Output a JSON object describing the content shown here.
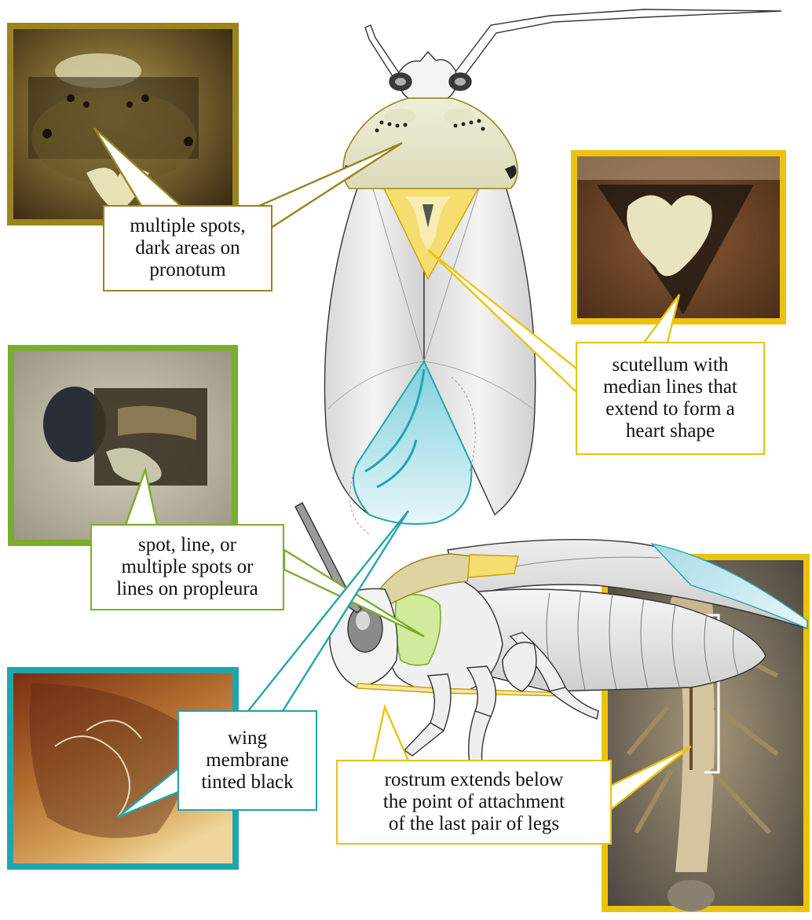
{
  "colors": {
    "pronotum_accent": "#9a8420",
    "scutellum_accent": "#ecc20e",
    "propleura_accent": "#79ad2e",
    "membrane_accent": "#21a5ac",
    "rostrum_accent": "#ecc20e",
    "insect_body": "#f2f2f2",
    "insect_outline": "#333333",
    "background": "#ffffff"
  },
  "callouts": {
    "pronotum": "multiple spots,\ndark areas on\npronotum",
    "scutellum": "scutellum with\nmedian lines that\nextend to form a\nheart shape",
    "propleura": "spot, line, or\nmultiple spots or\nlines on propleura",
    "membrane": "wing\nmembrane\ntinted black",
    "rostrum": "rostrum extends below\nthe point of attachment\nof the last pair of legs"
  },
  "photos": [
    {
      "name": "pronotum-photo",
      "subject": "pronotum close-up"
    },
    {
      "name": "scutellum-photo",
      "subject": "scutellum close-up"
    },
    {
      "name": "propleura-photo",
      "subject": "propleura close-up"
    },
    {
      "name": "membrane-photo",
      "subject": "wing membrane close-up"
    },
    {
      "name": "rostrum-photo",
      "subject": "ventral view with rostrum"
    }
  ]
}
